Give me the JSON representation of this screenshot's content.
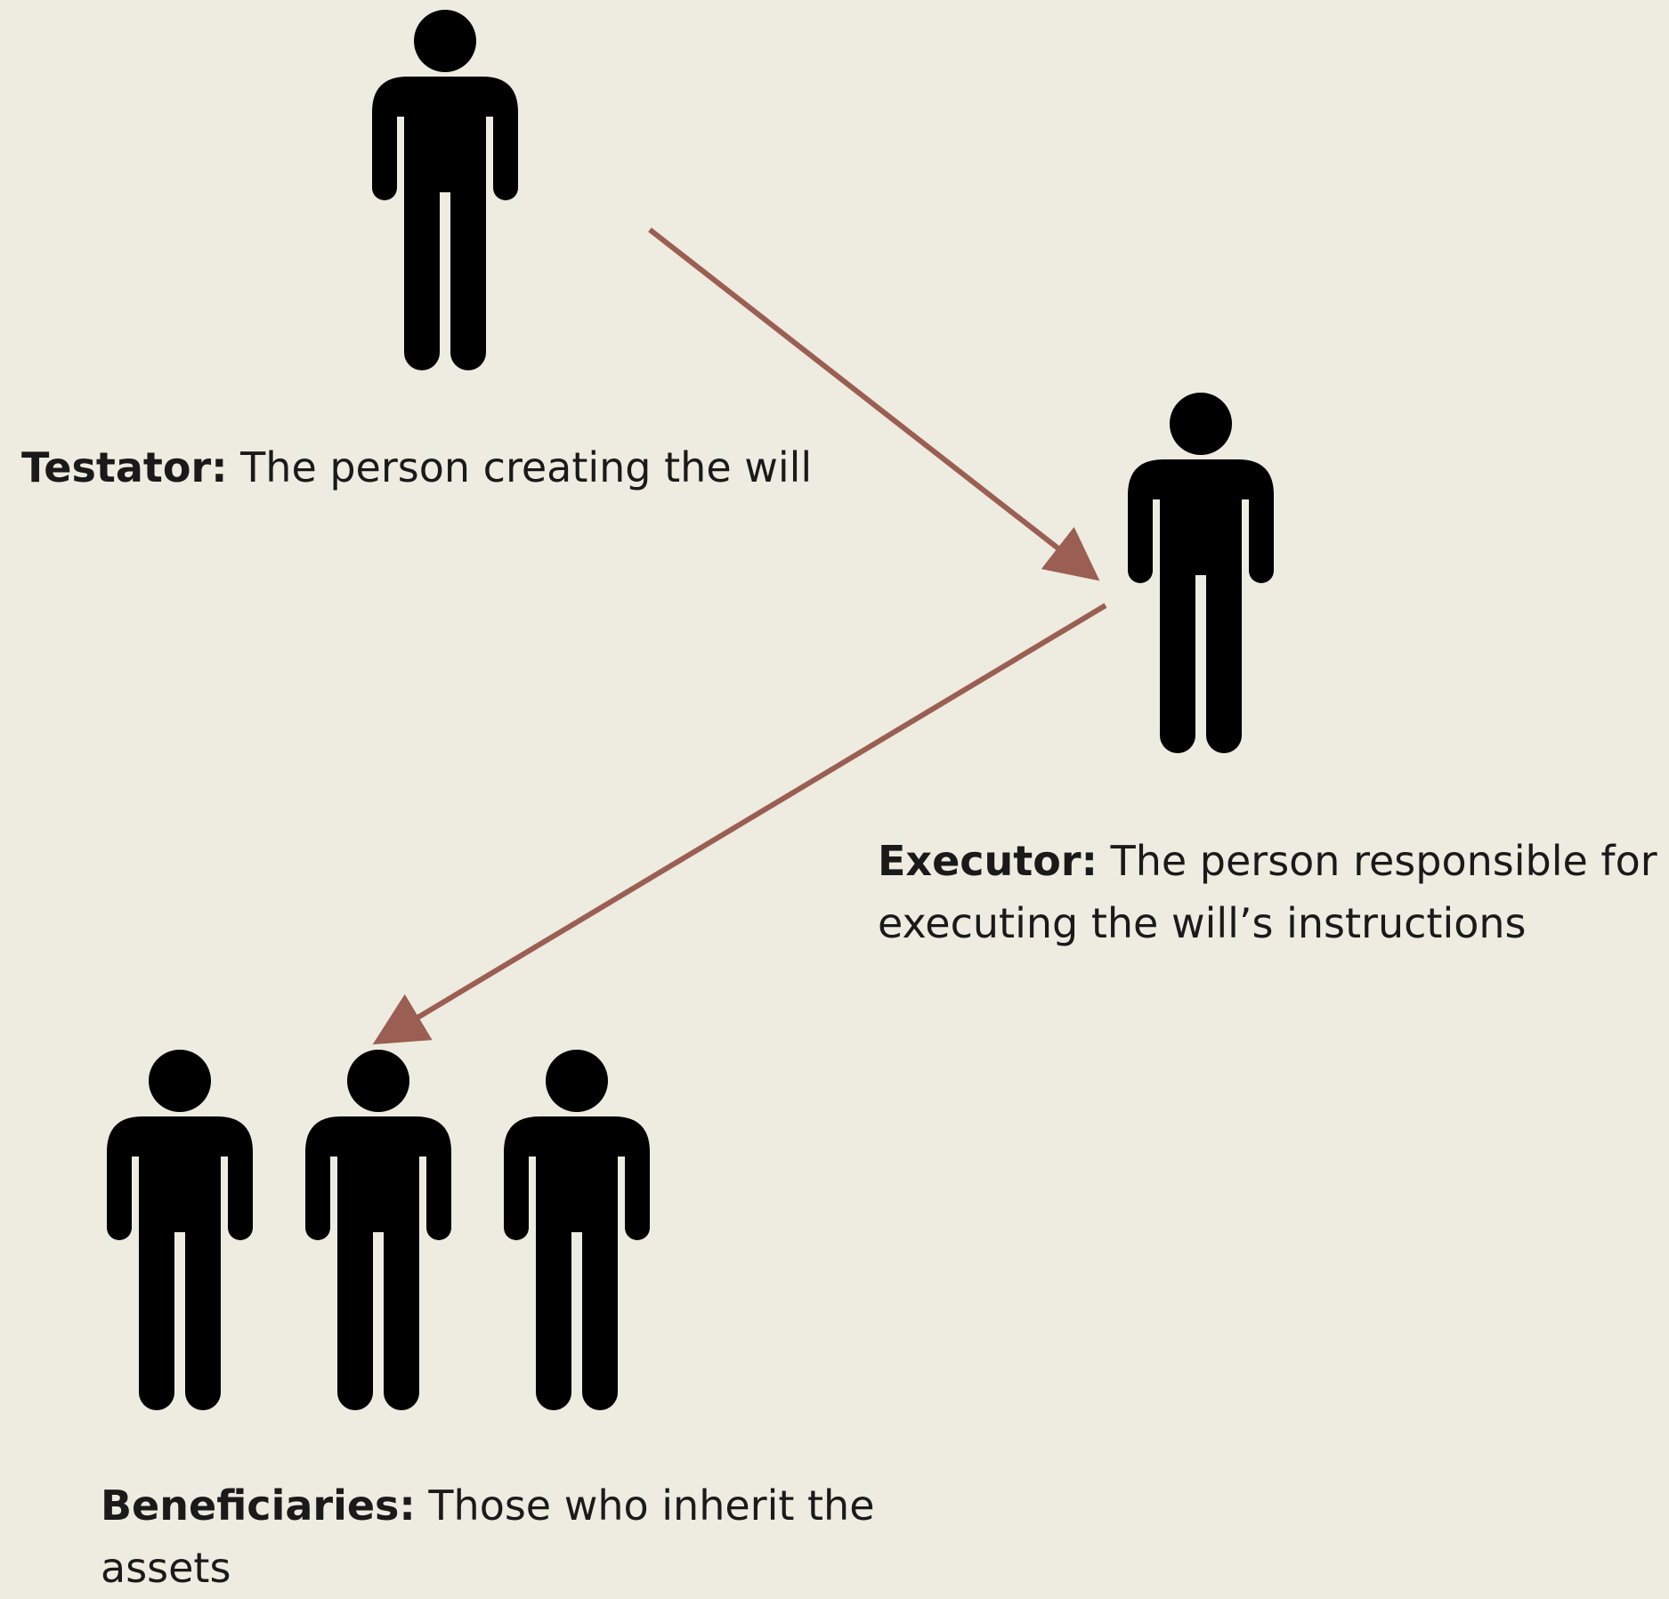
{
  "colors": {
    "background": "#EEEBE0",
    "figure": "#000000",
    "arrow": "#9A5F52",
    "text": "#1A1A1A"
  },
  "icons": {
    "person": "person-icon"
  },
  "roles": {
    "testator": {
      "term": "Testator:",
      "description": " The person creating the will"
    },
    "executor": {
      "term": "Executor:",
      "description_line1": " The person responsible for",
      "description_line2": "executing the will’s instructions"
    },
    "beneficiaries": {
      "term": "Beneficiaries:",
      "description_line1": " Those who inherit the",
      "description_line2": "assets"
    }
  }
}
